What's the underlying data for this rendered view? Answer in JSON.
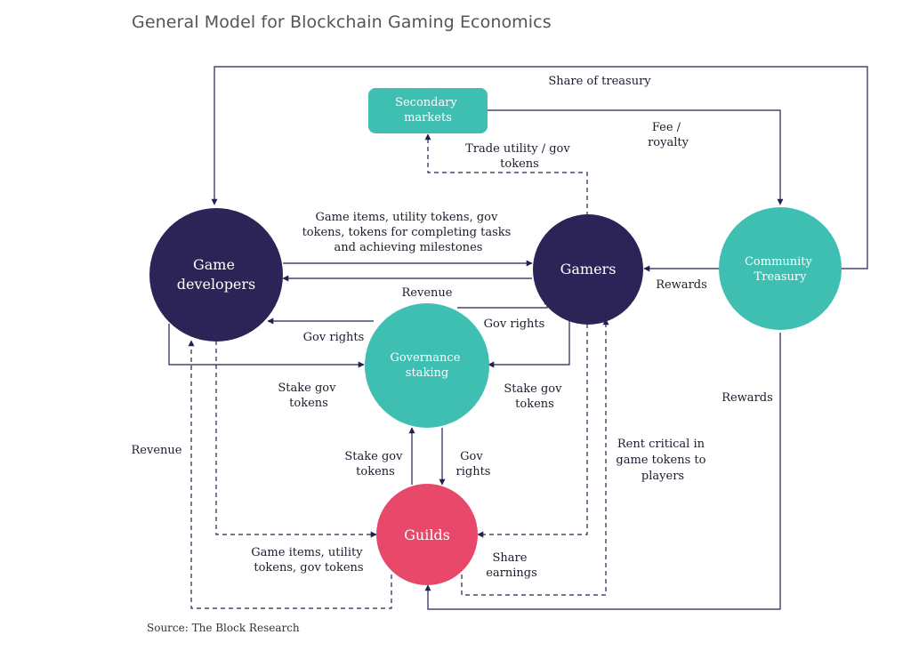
{
  "title": "General Model for Blockchain Gaming Economics",
  "source": "Source: The Block Research",
  "colors": {
    "dark_navy": "#2c2357",
    "teal": "#3ebfb2",
    "pink": "#e8496a",
    "edge": "#24204f"
  },
  "nodes": {
    "game_developers": [
      "Game",
      "developers"
    ],
    "gamers": [
      "Gamers"
    ],
    "governance": [
      "Governance",
      "staking"
    ],
    "guilds": [
      "Guilds"
    ],
    "treasury": [
      "Community",
      "Treasury"
    ],
    "secondary": [
      "Secondary",
      "markets"
    ]
  },
  "edge_labels": {
    "share_treasury": [
      "Share of treasury"
    ],
    "fee_royalty": [
      "Fee /",
      "royalty"
    ],
    "trade_tokens": [
      "Trade utility / gov",
      "tokens"
    ],
    "game_items_top": [
      "Game items, utility tokens,  gov",
      "tokens, tokens for completing tasks",
      "and achieving milestones"
    ],
    "revenue_top": [
      "Revenue"
    ],
    "rewards_right": [
      "Rewards"
    ],
    "gov_rights_left": [
      "Gov rights"
    ],
    "gov_rights_right": [
      "Gov rights"
    ],
    "stake_left": [
      "Stake gov",
      "tokens"
    ],
    "stake_right": [
      "Stake gov",
      "tokens"
    ],
    "stake_bottom": [
      "Stake gov",
      "tokens"
    ],
    "gov_rights_bottom": [
      "Gov",
      "rights"
    ],
    "revenue_left": [
      "Revenue"
    ],
    "rewards_far_right": [
      "Rewards"
    ],
    "rent_critical": [
      "Rent critical in",
      "game tokens to",
      "players"
    ],
    "game_items_bottom": [
      "Game items, utility",
      "tokens,  gov tokens"
    ],
    "share_earnings": [
      "Share",
      "earnings"
    ]
  }
}
